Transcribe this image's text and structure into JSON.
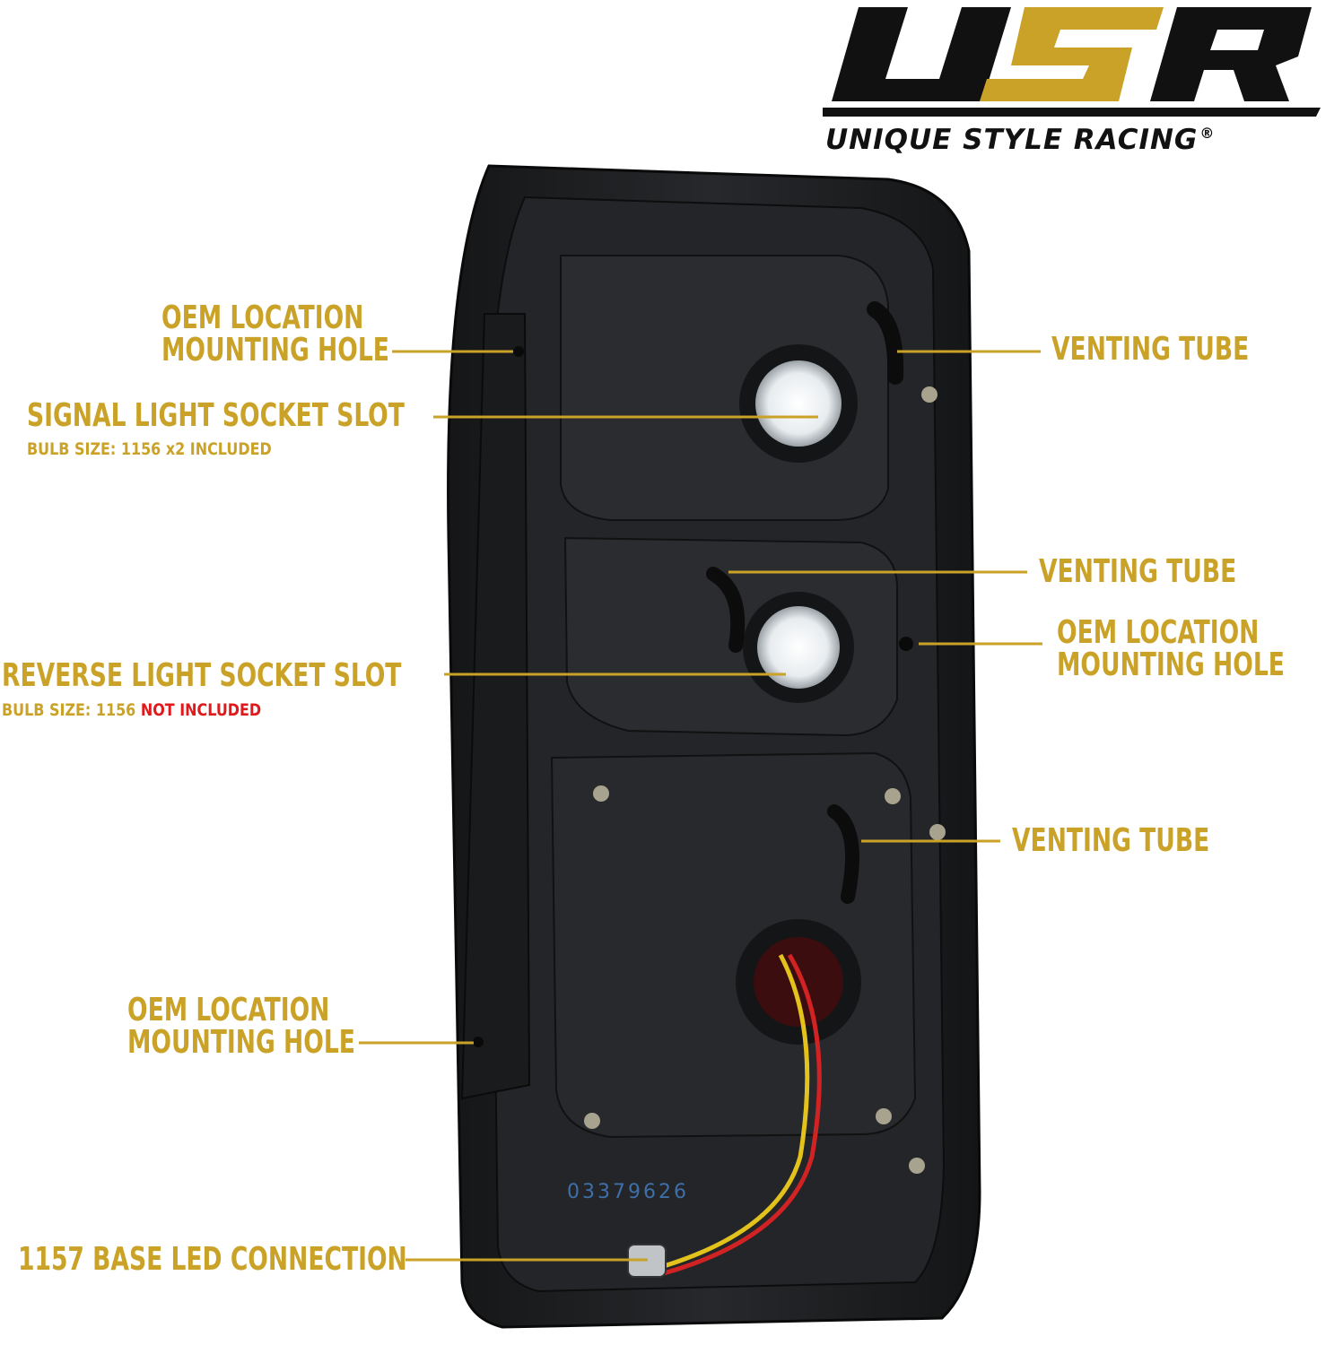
{
  "brand": {
    "name": "UNIQUE STYLE RACING",
    "registered_mark": "®",
    "logo_colors": {
      "black": "#111111",
      "gold": "#c9a227"
    }
  },
  "colors": {
    "callout": "#c9a227",
    "warning": "#e0191d",
    "housing": "#1b1c1e"
  },
  "callouts": {
    "oem_hole_top": {
      "line1": "OEM LOCATION",
      "line2": "MOUNTING HOLE"
    },
    "signal_socket": {
      "title": "SIGNAL LIGHT SOCKET SLOT",
      "note": "BULB SIZE: 1156 x2 INCLUDED"
    },
    "reverse_socket": {
      "title": "REVERSE LIGHT SOCKET SLOT",
      "note_prefix": "BULB SIZE: 1156 ",
      "note_warning": "NOT INCLUDED"
    },
    "oem_hole_bottom": {
      "line1": "OEM LOCATION",
      "line2": "MOUNTING HOLE"
    },
    "led_connection": {
      "title": "1157 BASE LED CONNECTION"
    },
    "venting_tube_top": {
      "title": "VENTING TUBE"
    },
    "venting_tube_mid": {
      "title": "VENTING TUBE"
    },
    "oem_hole_right": {
      "line1": "OEM LOCATION",
      "line2": "MOUNTING HOLE"
    },
    "venting_tube_bottom": {
      "title": "VENTING TUBE"
    }
  },
  "housing": {
    "part_number": "03379626"
  }
}
